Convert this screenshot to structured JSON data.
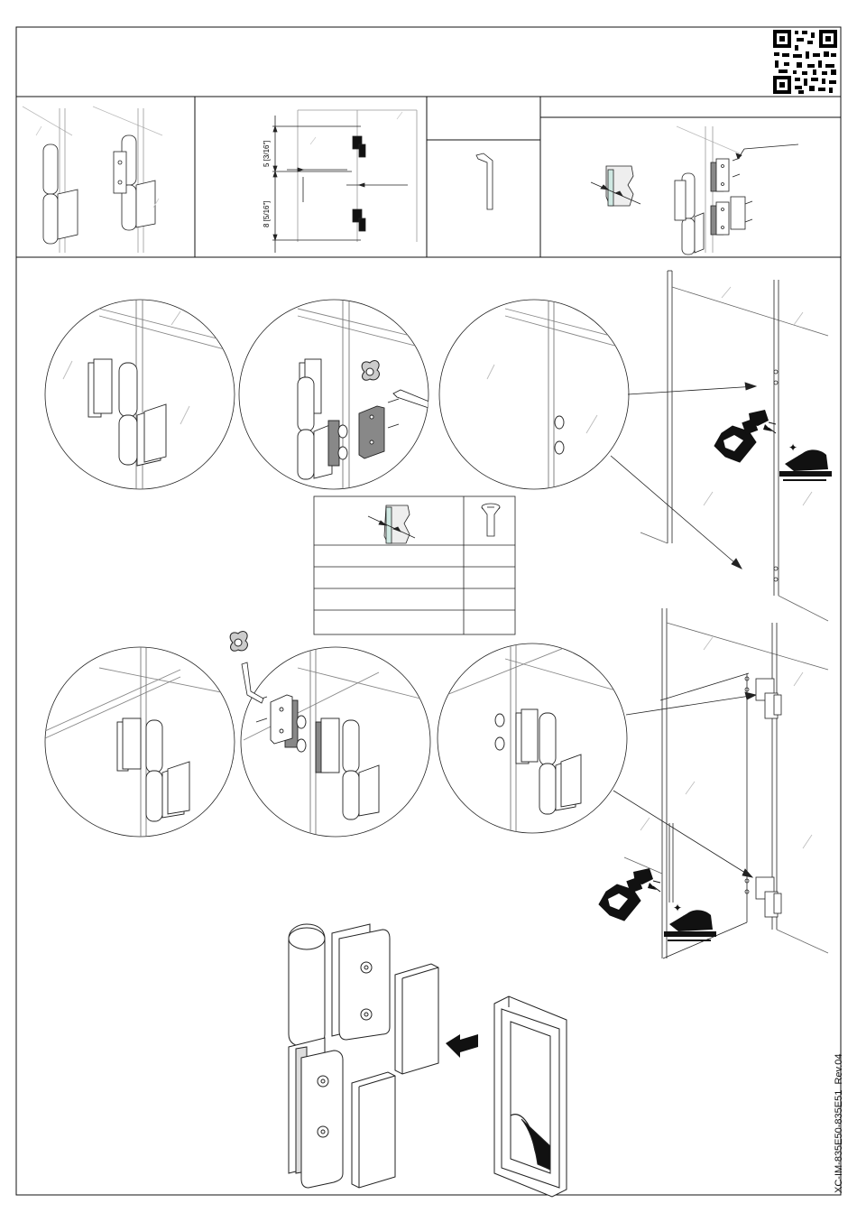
{
  "doc_code": "XC-IM-835E50-835E51",
  "revision": "Rev.04",
  "dimensions": {
    "upper": "5 [3/16\"]",
    "lower": "8 [5/16\"]"
  },
  "icons": [
    "qr-code-icon",
    "allen-key-icon",
    "spray-bottle-icon",
    "wiping-hand-icon",
    "glass-thickness-icon",
    "screw-icon",
    "insert-arrow-icon"
  ]
}
